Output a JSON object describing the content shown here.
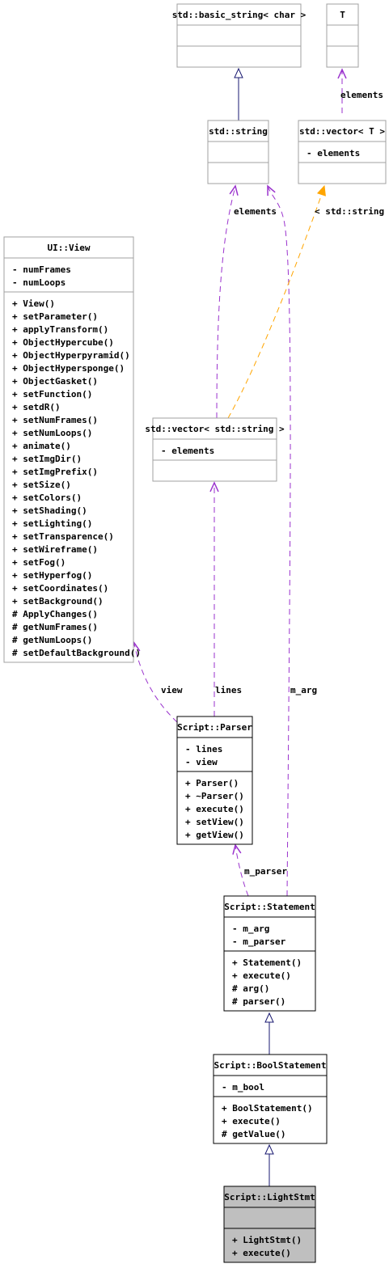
{
  "colors": {
    "box_border": "#a0a0a0",
    "box_border_dark": "#000000",
    "highlight_fill": "#bfbfbf",
    "usage_edge": "#9a32cd",
    "template_edge": "#ffa500",
    "inherit_edge": "#191970"
  },
  "classes": {
    "basic_string": {
      "title": "std::basic_string< char >",
      "attributes": [],
      "methods": []
    },
    "T": {
      "title": "T",
      "attributes": [],
      "methods": []
    },
    "std_string": {
      "title": "std::string",
      "attributes": [],
      "methods": []
    },
    "vector_T": {
      "title": "std::vector< T >",
      "attributes": [
        "- elements"
      ],
      "methods": []
    },
    "ui_view": {
      "title": "UI::View",
      "attributes": [
        "- numFrames",
        "- numLoops"
      ],
      "methods": [
        "+ View()",
        "+ setParameter()",
        "+ applyTransform()",
        "+ ObjectHypercube()",
        "+ ObjectHyperpyramid()",
        "+ ObjectHypersponge()",
        "+ ObjectGasket()",
        "+ setFunction()",
        "+ setdR()",
        "+ setNumFrames()",
        "+ setNumLoops()",
        "+ animate()",
        "+ setImgDir()",
        "+ setImgPrefix()",
        "+ setSize()",
        "+ setColors()",
        "+ setShading()",
        "+ setLighting()",
        "+ setTransparence()",
        "+ setWireframe()",
        "+ setFog()",
        "+ setHyperfog()",
        "+ setCoordinates()",
        "+ setBackground()",
        "# ApplyChanges()",
        "# getNumFrames()",
        "# getNumLoops()",
        "# setDefaultBackground()"
      ]
    },
    "vector_string": {
      "title": "std::vector< std::string >",
      "attributes": [
        "- elements"
      ],
      "methods": []
    },
    "parser": {
      "title": "Script::Parser",
      "attributes": [
        "- lines",
        "- view"
      ],
      "methods": [
        "+ Parser()",
        "+ ~Parser()",
        "+ execute()",
        "+ setView()",
        "+ getView()"
      ]
    },
    "statement": {
      "title": "Script::Statement",
      "attributes": [
        "- m_arg",
        "- m_parser"
      ],
      "methods": [
        "+ Statement()",
        "+ execute()",
        "# arg()",
        "# parser()"
      ]
    },
    "bool_statement": {
      "title": "Script::BoolStatement",
      "attributes": [
        "- m_bool"
      ],
      "methods": [
        "+ BoolStatement()",
        "+ execute()",
        "# getValue()"
      ]
    },
    "light_stmt": {
      "title": "Script::LightStmt",
      "attributes": [],
      "methods": [
        "+ LightStmt()",
        "+ execute()"
      ]
    }
  },
  "edge_labels": {
    "t_elements": "elements",
    "string_elements": "elements",
    "template_arg": "< std::string >",
    "view": "view",
    "lines": "lines",
    "m_arg": "m_arg",
    "m_parser": "m_parser"
  }
}
